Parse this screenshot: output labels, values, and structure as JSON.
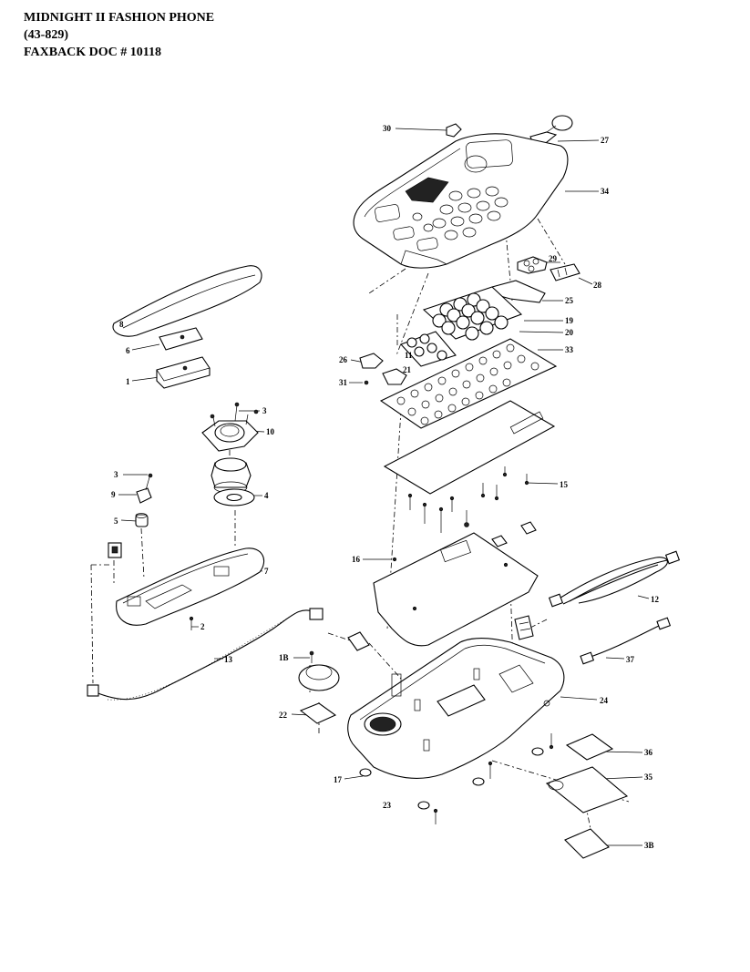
{
  "header": {
    "line1": "MIDNIGHT II FASHION PHONE",
    "line2": "(43-829)",
    "line3": "FAXBACK DOC # 10118"
  },
  "callouts": {
    "c30": "30",
    "c27": "27",
    "c34": "34",
    "c29": "29",
    "c28": "28",
    "c25": "25",
    "c19": "19",
    "c20": "20",
    "c11": "11",
    "c26": "26",
    "c21": "21",
    "c33": "33",
    "c31": "31",
    "c15": "15",
    "c16": "16",
    "c12": "12",
    "c37": "37",
    "c24": "24",
    "c1B": "1B",
    "c22": "22",
    "c17": "17",
    "c23": "23",
    "c36": "36",
    "c35": "35",
    "c3B": "3B",
    "c8": "8",
    "c6": "6",
    "c1": "1",
    "c3a": "3",
    "c10": "10",
    "c3b": "3",
    "c9": "9",
    "c4": "4",
    "c5": "5",
    "c7": "7",
    "c2": "2",
    "c13": "13"
  }
}
